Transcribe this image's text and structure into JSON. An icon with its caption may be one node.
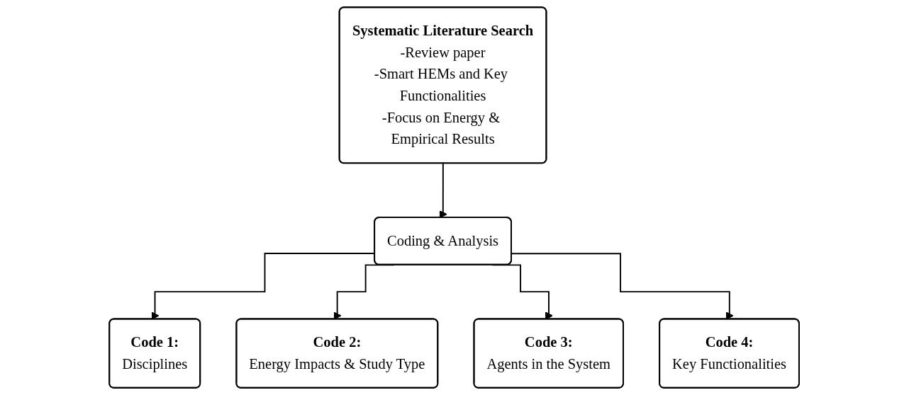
{
  "diagram": {
    "nodes": [
      {
        "text": [
          "Systematic Literature Search",
          "-Review paper",
          "-Smart HEMs and Key Functionalities",
          "-Focus on Energy & Empirical Results"
        ]
      },
      {
        "text": [
          "Coding & Analysis"
        ]
      },
      {
        "text": [
          "Code 1:",
          "Disciplines"
        ]
      },
      {
        "text": [
          "Code 2:",
          "Energy Impacts & Study Type"
        ]
      },
      {
        "text": [
          "Code 3:",
          "Agents in the System"
        ]
      },
      {
        "text": [
          "Code 4:",
          "Key Functionalities"
        ]
      }
    ],
    "edges": [
      {
        "from": 0,
        "to": 1,
        "arrow": "to"
      },
      {
        "from": 1,
        "to": 2,
        "arrow": "to"
      },
      {
        "from": 1,
        "to": 3,
        "arrow": "to"
      },
      {
        "from": 1,
        "to": 4,
        "arrow": "to"
      },
      {
        "from": 1,
        "to": 5,
        "arrow": "to"
      }
    ]
  }
}
